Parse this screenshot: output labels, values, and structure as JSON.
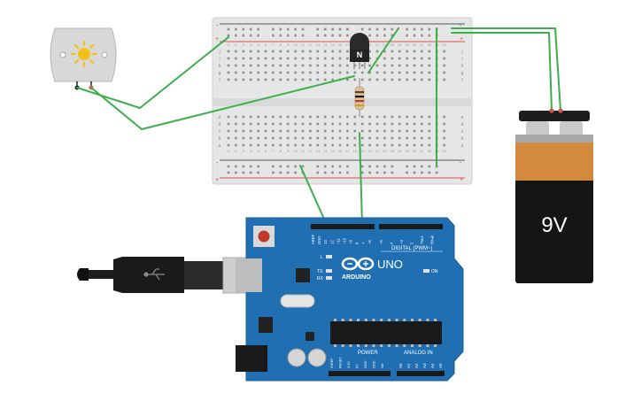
{
  "canvas": {
    "background": "#ffffff"
  },
  "colors": {
    "wire": "#3cae4b",
    "breadboard": "#e6e6e6",
    "rail_red": "#d9534f",
    "rail_black": "#555555",
    "arduino": "#1f6fb2",
    "battery_body": "#151515",
    "battery_label": "#d48a3c",
    "motor": "#d8d8d8",
    "sun": "#f2c21a"
  },
  "motor": {
    "icon": "sun-icon"
  },
  "transistor": {
    "label": "N"
  },
  "resistor": {
    "bands": [
      "#6b3b1f",
      "#111111",
      "#c0392b",
      "#c9a227"
    ]
  },
  "battery": {
    "label": "9V"
  },
  "arduino": {
    "brand": "ARDUINO",
    "model": "UNO",
    "on_label": "ON",
    "tx_label": "TX",
    "rx_label": "RX",
    "l_label": "L",
    "digital_label": "DIGITAL (PWM~)",
    "power_label": "POWER",
    "analog_label": "ANALOG IN",
    "digital_pins": [
      "AREF",
      "GND",
      "13",
      "12",
      "~11",
      "~10",
      "~9",
      "8",
      "7",
      "~6",
      "~5",
      "4",
      "~3",
      "2",
      "TX▸1",
      "RX◂0"
    ],
    "power_pins": [
      "IOREF",
      "RESET",
      "3.3V",
      "5V",
      "GND",
      "GND",
      "Vin"
    ],
    "analog_pins": [
      "A0",
      "A1",
      "A2",
      "A3",
      "A4",
      "A5"
    ]
  },
  "breadboard": {
    "row_letters_top": [
      "j",
      "i",
      "h",
      "g",
      "f"
    ],
    "row_letters_bottom": [
      "e",
      "d",
      "c",
      "b",
      "a"
    ],
    "column_numbers": [
      "1",
      "2",
      "3",
      "4",
      "5",
      "6",
      "7",
      "8",
      "9",
      "10",
      "11",
      "12",
      "13",
      "14",
      "15",
      "16",
      "17",
      "18",
      "19",
      "20",
      "21",
      "22",
      "23",
      "24",
      "25",
      "26",
      "27",
      "28",
      "29",
      "30"
    ],
    "rail_plus": "+",
    "rail_minus": "-"
  }
}
